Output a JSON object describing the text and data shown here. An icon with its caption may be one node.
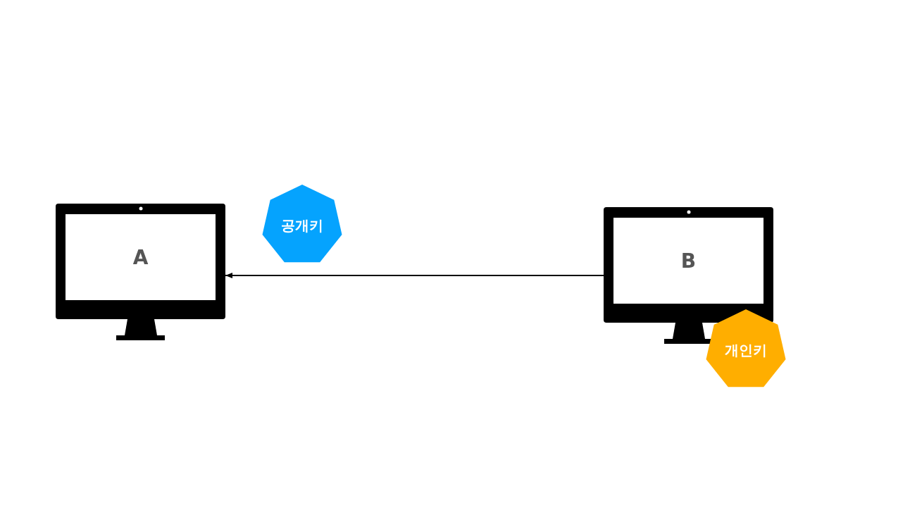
{
  "diagram": {
    "nodes": [
      {
        "text": [
          "A"
        ]
      },
      {
        "text": [
          "공개키"
        ]
      },
      {
        "text": [
          "B"
        ]
      },
      {
        "text": [
          "개인키"
        ]
      }
    ],
    "edges": [
      {
        "from": 2,
        "to": 0,
        "arrow": "to"
      }
    ]
  }
}
